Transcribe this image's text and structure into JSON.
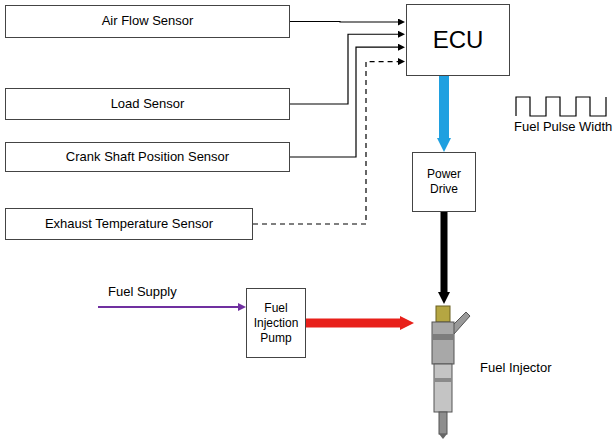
{
  "diagram": {
    "nodes": [
      {
        "text": [
          "Air Flow Sensor"
        ]
      },
      {
        "text": [
          "ECU"
        ]
      },
      {
        "text": [
          "Load Sensor"
        ]
      },
      {
        "text": [
          "Crank Shaft Position Sensor"
        ]
      },
      {
        "text": [
          "Power Drive"
        ]
      },
      {
        "text": [
          "Exhaust Temperature Sensor"
        ]
      },
      {
        "text": [
          "Fuel Injection Pump"
        ]
      },
      {
        "text": [
          "Fuel Injector"
        ]
      }
    ],
    "edges": [
      {
        "from": 0,
        "to": 1,
        "arrow": "to"
      },
      {
        "from": 2,
        "to": 1,
        "arrow": "to"
      },
      {
        "from": 3,
        "to": 1,
        "arrow": "to"
      },
      {
        "from": 5,
        "to": 1,
        "arrow": "to"
      },
      {
        "from": 1,
        "to": 4,
        "arrow": "to"
      },
      {
        "from": 4,
        "to": 7,
        "arrow": "to"
      },
      {
        "from": 6,
        "to": 7,
        "arrow": "to"
      }
    ],
    "labels": [
      "Fuel Pulse Width",
      "Fuel Supply"
    ]
  }
}
